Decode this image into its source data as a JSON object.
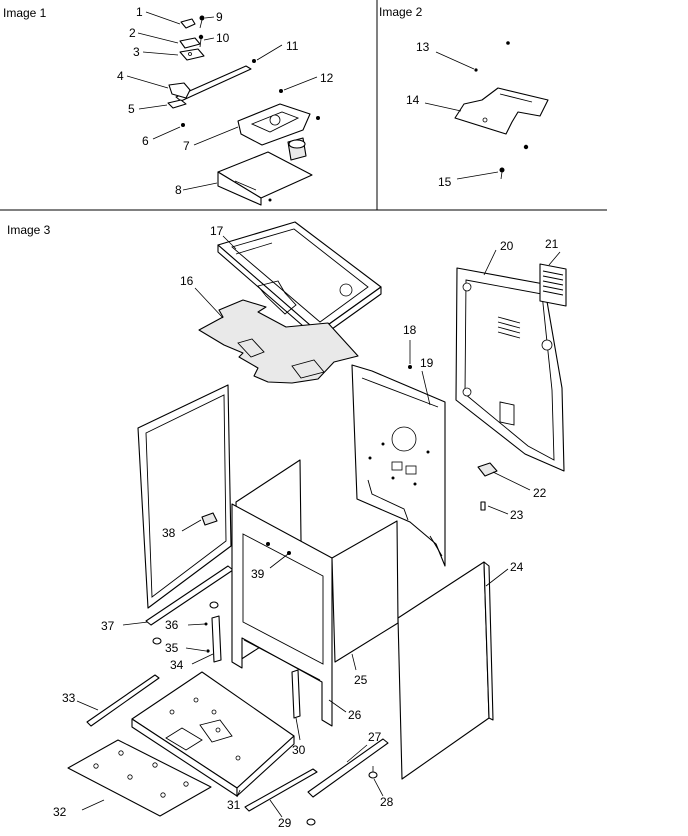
{
  "panels": {
    "image1": {
      "title": "Image 1"
    },
    "image2": {
      "title": "Image 2"
    },
    "image3": {
      "title": "Image 3"
    }
  },
  "callouts": {
    "c1": "1",
    "c2": "2",
    "c3": "3",
    "c4": "4",
    "c5": "5",
    "c6": "6",
    "c7": "7",
    "c8": "8",
    "c9": "9",
    "c10": "10",
    "c11": "11",
    "c12": "12",
    "c13": "13",
    "c14": "14",
    "c15": "15",
    "c16": "16",
    "c17": "17",
    "c18": "18",
    "c19": "19",
    "c20": "20",
    "c21": "21",
    "c22": "22",
    "c23": "23",
    "c24": "24",
    "c25": "25",
    "c26": "26",
    "c27": "27",
    "c28": "28",
    "c29": "29",
    "c30": "30",
    "c31": "31",
    "c32": "32",
    "c33": "33",
    "c34": "34",
    "c35": "35",
    "c36": "36",
    "c37": "37",
    "c38": "38",
    "c39": "39"
  }
}
